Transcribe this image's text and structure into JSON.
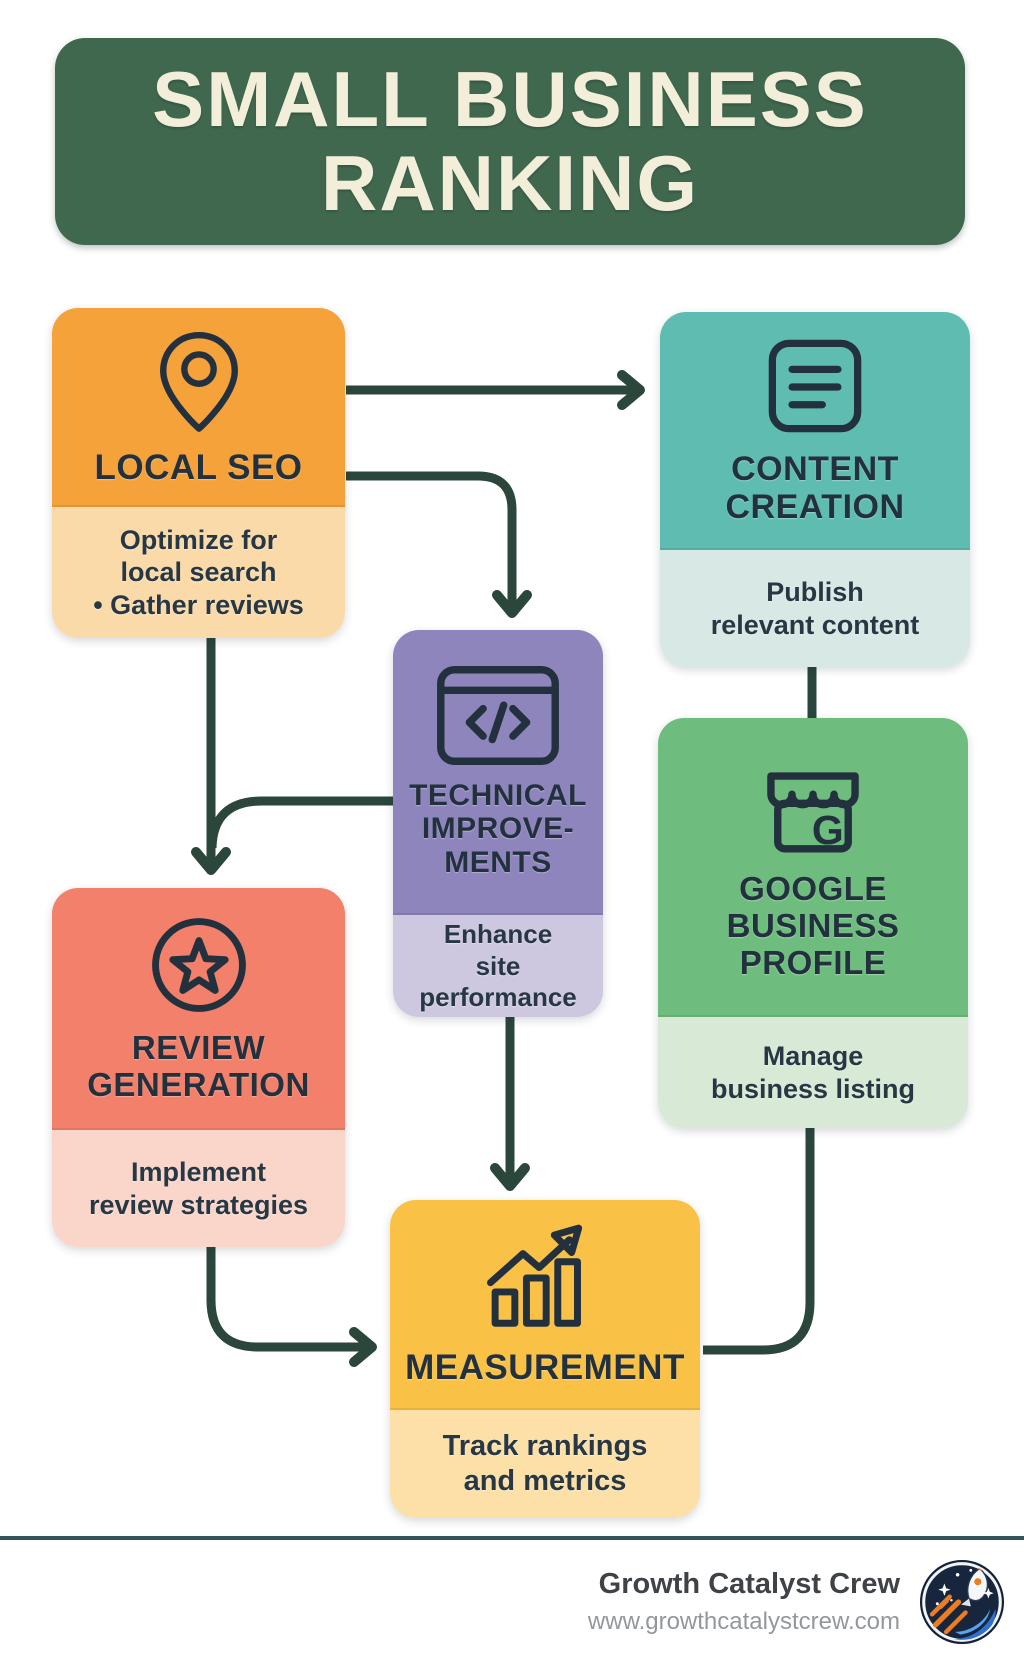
{
  "header": {
    "title": "SMALL BUSINESS\nRANKING"
  },
  "cards": {
    "local_seo": {
      "title": "LOCAL SEO",
      "body": "Optimize for\nlocal search\n• Gather reviews",
      "icon": "location-pin-icon",
      "color": "#F6A23B",
      "tint": "#FBDAA9"
    },
    "content_creation": {
      "title": "CONTENT\nCREATION",
      "body": "Publish\nrelevant content",
      "icon": "document-icon",
      "color": "#5EBCB0",
      "tint": "#D8E8E4"
    },
    "technical_improvements": {
      "title": "TECHNICAL\nIMPROVE-\nMENTS",
      "body": "Enhance\nsite\nperformance",
      "icon": "code-browser-icon",
      "color": "#8D85BC",
      "tint": "#CDC8E0"
    },
    "google_business_profile": {
      "title": "GOOGLE\nBUSINESS\nPROFILE",
      "body": "Manage\nbusiness listing",
      "icon": "storefront-icon",
      "color": "#6EBD7E",
      "tint": "#D8EAD5"
    },
    "review_generation": {
      "title": "REVIEW\nGENERATION",
      "body": "Implement\nreview strategies",
      "icon": "star-badge-icon",
      "color": "#F2806A",
      "tint": "#FAD6CA"
    },
    "measurement": {
      "title": "MEASUREMENT",
      "body": "Track rankings\nand metrics",
      "icon": "growth-chart-icon",
      "color": "#F9C246",
      "tint": "#FCE0A8"
    }
  },
  "connections": [
    {
      "from": "local_seo",
      "to": "content_creation",
      "arrowhead": true
    },
    {
      "from": "local_seo",
      "to": "technical_improvements",
      "arrowhead": true
    },
    {
      "from": "local_seo",
      "to": "review_generation",
      "arrowhead": true
    },
    {
      "from": "technical_improvements",
      "to": "review_generation",
      "arrowhead": true
    },
    {
      "from": "content_creation",
      "to": "google_business_profile",
      "arrowhead": false
    },
    {
      "from": "technical_improvements",
      "to": "measurement",
      "arrowhead": true
    },
    {
      "from": "review_generation",
      "to": "measurement",
      "arrowhead": true
    },
    {
      "from": "google_business_profile",
      "to": "measurement",
      "arrowhead": false
    }
  ],
  "footer": {
    "brand": "Growth Catalyst Crew",
    "url": "www.growthcatalystcrew.com",
    "logo": "rocket-badge-logo"
  },
  "colors": {
    "banner_bg": "#40684F",
    "banner_text": "#F3EEDA",
    "arrow": "#2B463B",
    "ink": "#23313E",
    "body_text": "#273744",
    "separator": "#33525A"
  }
}
